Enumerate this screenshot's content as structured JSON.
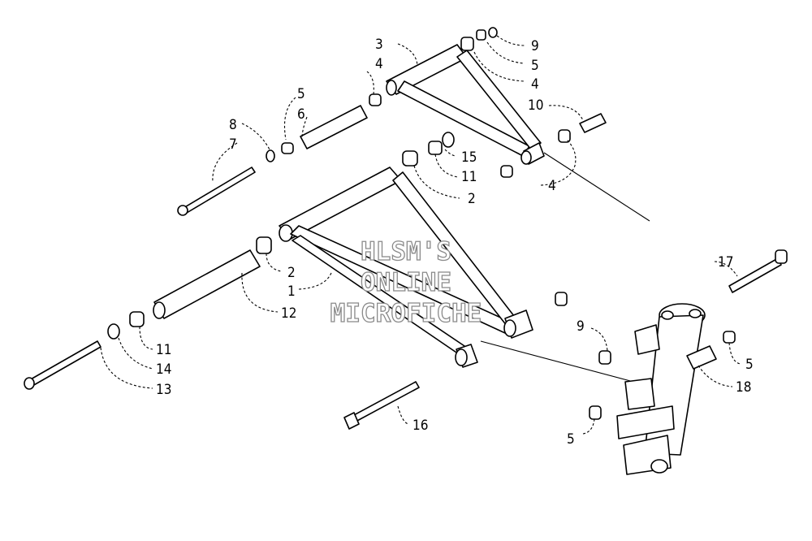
{
  "watermark": {
    "line1": "HLSM'S",
    "line2": "ONLINE",
    "line3": "MICROFICHE"
  },
  "callouts": [
    {
      "id": "c3",
      "label": "3"
    },
    {
      "id": "c4a",
      "label": "4"
    },
    {
      "id": "c9a",
      "label": "9"
    },
    {
      "id": "c5a",
      "label": "5"
    },
    {
      "id": "c4b",
      "label": "4"
    },
    {
      "id": "c10",
      "label": "10"
    },
    {
      "id": "c5b",
      "label": "5"
    },
    {
      "id": "c6",
      "label": "6"
    },
    {
      "id": "c8",
      "label": "8"
    },
    {
      "id": "c7",
      "label": "7"
    },
    {
      "id": "c15",
      "label": "15"
    },
    {
      "id": "c11a",
      "label": "11"
    },
    {
      "id": "c2a",
      "label": "2"
    },
    {
      "id": "c4c",
      "label": "4"
    },
    {
      "id": "c2b",
      "label": "2"
    },
    {
      "id": "c1",
      "label": "1"
    },
    {
      "id": "c12",
      "label": "12"
    },
    {
      "id": "c11b",
      "label": "11"
    },
    {
      "id": "c14",
      "label": "14"
    },
    {
      "id": "c13",
      "label": "13"
    },
    {
      "id": "c16",
      "label": "16"
    },
    {
      "id": "c9b",
      "label": "9"
    },
    {
      "id": "c17",
      "label": "17"
    },
    {
      "id": "c5c",
      "label": "5"
    },
    {
      "id": "c18",
      "label": "18"
    },
    {
      "id": "c5d",
      "label": "5"
    }
  ]
}
